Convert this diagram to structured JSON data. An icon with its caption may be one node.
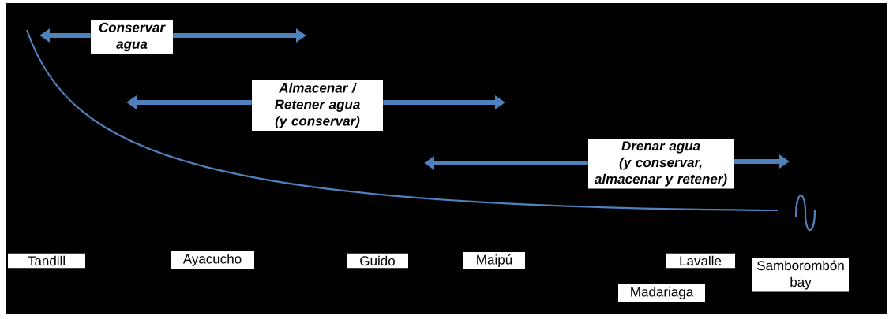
{
  "diagram": {
    "nodes": [
      {
        "text": [
          "Conservar agua"
        ]
      },
      {
        "text": [
          "Almacenar / Retener agua (y conservar)"
        ]
      },
      {
        "text": [
          "Drenar agua (y conservar, almacenar y retener)"
        ]
      },
      {
        "text": [
          "Tandill"
        ]
      },
      {
        "text": [
          "Ayacucho"
        ]
      },
      {
        "text": [
          "Guido"
        ]
      },
      {
        "text": [
          "Maipú"
        ]
      },
      {
        "text": [
          "Lavalle"
        ]
      },
      {
        "text": [
          "Madariaga"
        ]
      },
      {
        "text": [
          "Samborombón bay"
        ]
      }
    ],
    "edges": [
      {
        "from": 0,
        "to": null,
        "arrow": "to"
      },
      {
        "from": 0,
        "to": null,
        "arrow": "to"
      },
      {
        "from": 1,
        "to": null,
        "arrow": "to"
      },
      {
        "from": 1,
        "to": null,
        "arrow": "to"
      },
      {
        "from": 2,
        "to": null,
        "arrow": "to"
      },
      {
        "from": 2,
        "to": null,
        "arrow": "to"
      }
    ]
  }
}
